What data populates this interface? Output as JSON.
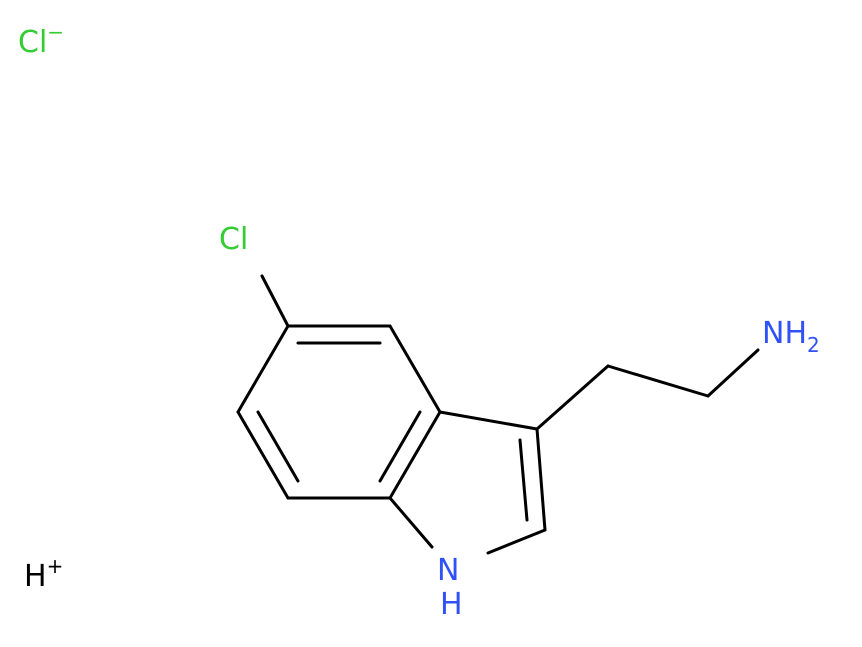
{
  "molecule": {
    "counter_ion": {
      "symbol": "Cl",
      "charge": "−"
    },
    "proton": {
      "symbol": "H",
      "charge": "+"
    },
    "ring_substituent": {
      "symbol": "Cl"
    },
    "amine": {
      "main": "NH",
      "subscript": "2"
    },
    "indole_nh": {
      "n": "N",
      "h": "H"
    }
  },
  "colors": {
    "bond": "#000000",
    "chlorine": "#33cc33",
    "nitrogen": "#3050f8",
    "hydrogen": "#000000"
  }
}
